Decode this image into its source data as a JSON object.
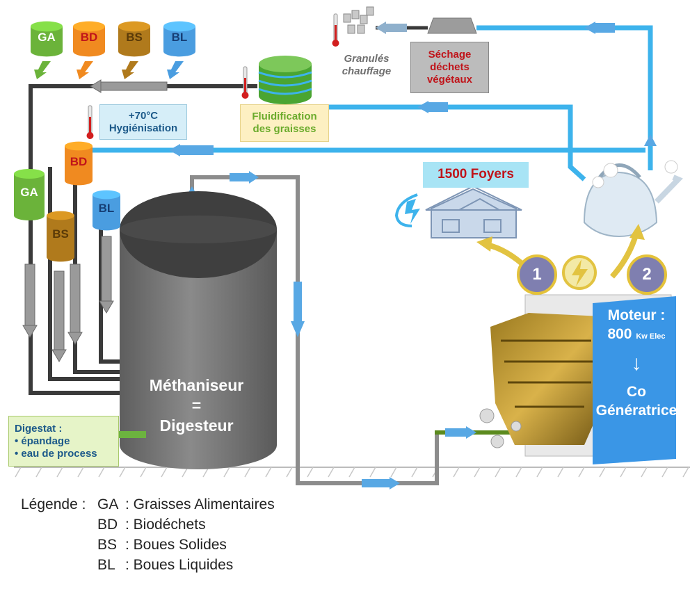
{
  "labels": {
    "hygienisation": [
      "+70°C",
      "Hygiénisation"
    ],
    "fluidification": [
      "Fluidification",
      "des graisses"
    ],
    "sechage": [
      "Séchage",
      "déchets",
      "végétaux"
    ],
    "granules": [
      "Granulés",
      "chauffage"
    ],
    "foyers": "1500 Foyers",
    "digestat": [
      "Digestat :",
      "• épandage",
      "• eau de process"
    ],
    "methaniseur": [
      "Méthaniseur",
      "=",
      "Digesteur"
    ],
    "moteur": {
      "line1": "Moteur :",
      "value": "800",
      "unit": "Kw Elec",
      "arrow": "↓",
      "co": "Co",
      "gen": "Génératrice"
    },
    "step1": "1",
    "step2": "2"
  },
  "tanks_top": [
    {
      "code": "GA",
      "color": "#6bb33a",
      "text_color": "#ffffff"
    },
    {
      "code": "BD",
      "color": "#f08a20",
      "text_color": "#c0141a"
    },
    {
      "code": "BS",
      "color": "#b07a1c",
      "text_color": "#5a3a08"
    },
    {
      "code": "BL",
      "color": "#4a9de0",
      "text_color": "#163e75"
    }
  ],
  "tanks_side": [
    {
      "code": "GA",
      "color": "#6bb33a",
      "text_color": "#ffffff"
    },
    {
      "code": "BD",
      "color": "#f08a20",
      "text_color": "#c0141a"
    },
    {
      "code": "BS",
      "color": "#b07a1c",
      "text_color": "#5a3a08"
    },
    {
      "code": "BL",
      "color": "#4a9de0",
      "text_color": "#163e75"
    }
  ],
  "legend": {
    "prefix": "Légende :",
    "entries": [
      {
        "code": "GA",
        "desc": ": Graisses Alimentaires"
      },
      {
        "code": "BD",
        "desc": ": Biodéchets"
      },
      {
        "code": "BS",
        "desc": ": Boues Solides"
      },
      {
        "code": "BL",
        "desc": ": Boues Liquides"
      }
    ]
  },
  "colors": {
    "hot_pipe": "#3db3ec",
    "grey_pipe": "#8c8c8c",
    "dark_pipe": "#3a3a3a",
    "digester": "#6f6f6f",
    "engine_panel": "#3a96e6",
    "gold_arrow": "#e2c341",
    "green_arrow": "#6cb33f"
  }
}
